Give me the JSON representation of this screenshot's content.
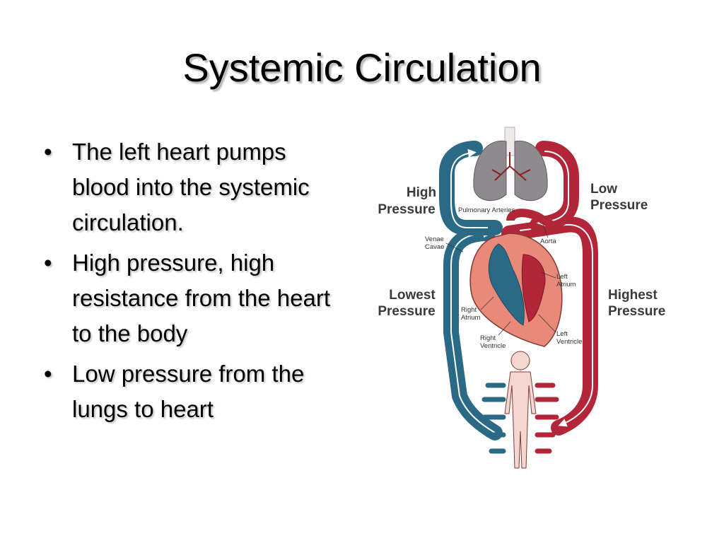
{
  "slide": {
    "title": "Systemic Circulation",
    "bullets": [
      "The left heart pumps blood into the systemic circulation.",
      "High pressure, high resistance from the heart to the body",
      "Low pressure from the lungs to heart"
    ]
  },
  "diagram": {
    "labels": {
      "high_pressure": [
        "High",
        "Pressure"
      ],
      "low_pressure": [
        "Low",
        "Pressure"
      ],
      "lowest_pressure": [
        "Lowest",
        "Pressure"
      ],
      "highest_pressure": [
        "Highest",
        "Pressure"
      ],
      "pulmonary_arteries": "Pulmonary Arteries",
      "venae_cavae": [
        "Venae",
        "Cavae"
      ],
      "aorta": "Aorta",
      "left_atrium": [
        "Left",
        "Atrium"
      ],
      "right_atrium": [
        "Right",
        "Atrium"
      ],
      "left_ventricle": [
        "Left",
        "Ventricle"
      ],
      "right_ventricle": [
        "Right",
        "Ventricle"
      ]
    },
    "colors": {
      "vein_blue": "#2b6a86",
      "artery_red": "#b3263a",
      "heart_pink": "#e8897a",
      "lung_gray": "#8e8a8d",
      "body_skin": "#f6d6d0"
    }
  }
}
